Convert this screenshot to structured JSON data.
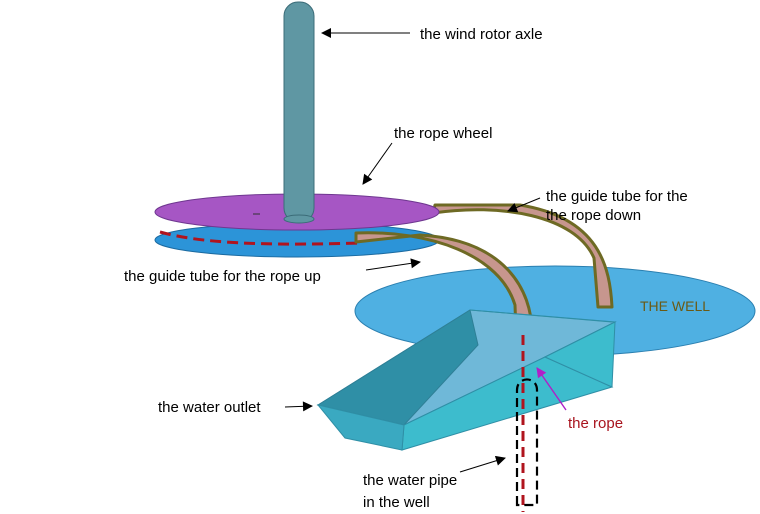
{
  "labels": {
    "rotor_axle": "the wind rotor axle",
    "rope_wheel": "the rope wheel",
    "guide_down_1": "the guide tube for the",
    "guide_down_2": "the rope down",
    "guide_up": "the guide tube for the rope up",
    "well": "THE WELL",
    "water_outlet": "the water outlet",
    "rope": "the rope",
    "water_pipe_1": "the water pipe",
    "water_pipe_2": "in the well"
  },
  "colors": {
    "axle": "#5f97a3",
    "rope_wheel": "#a656c4",
    "lower_disc": "#2c94d8",
    "well": "#4fb0e2",
    "guide_tube": "#c7968e",
    "guide_tube_outline": "#6e6a24",
    "outlet_top": "#6fb8d8",
    "outlet_side": "#3dbccd",
    "outlet_dark": "#2f8fa6",
    "rope": "#b0141e",
    "rope_arrow": "#b01fc8"
  }
}
